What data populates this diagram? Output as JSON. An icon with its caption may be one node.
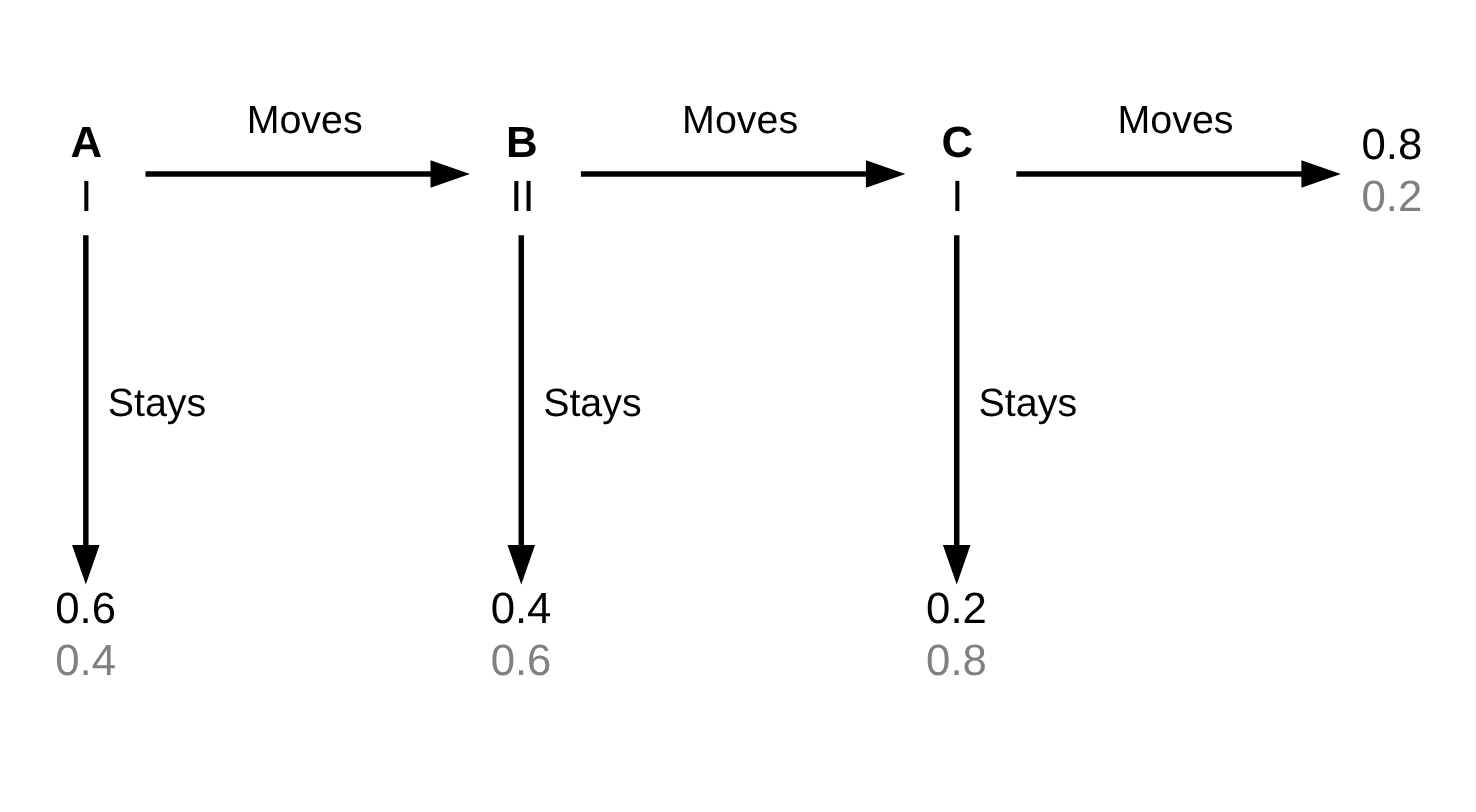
{
  "diagram": {
    "nodes": [
      {
        "text": [
          "A",
          "I"
        ]
      },
      {
        "text": [
          "B",
          "II"
        ]
      },
      {
        "text": [
          "C",
          "I"
        ]
      },
      {
        "text": [
          "0.8",
          "0.2"
        ]
      },
      {
        "text": [
          "0.6",
          "0.4"
        ]
      },
      {
        "text": [
          "0.4",
          "0.6"
        ]
      },
      {
        "text": [
          "0.2",
          "0.8"
        ]
      }
    ],
    "edges": [
      {
        "from": 0,
        "to": 1,
        "arrow": "to",
        "label": "Moves"
      },
      {
        "from": 1,
        "to": 2,
        "arrow": "to",
        "label": "Moves"
      },
      {
        "from": 2,
        "to": 3,
        "arrow": "to",
        "label": "Moves"
      },
      {
        "from": 0,
        "to": 4,
        "arrow": "to",
        "label": "Stays"
      },
      {
        "from": 1,
        "to": 5,
        "arrow": "to",
        "label": "Stays"
      },
      {
        "from": 2,
        "to": 6,
        "arrow": "to",
        "label": "Stays"
      }
    ]
  }
}
